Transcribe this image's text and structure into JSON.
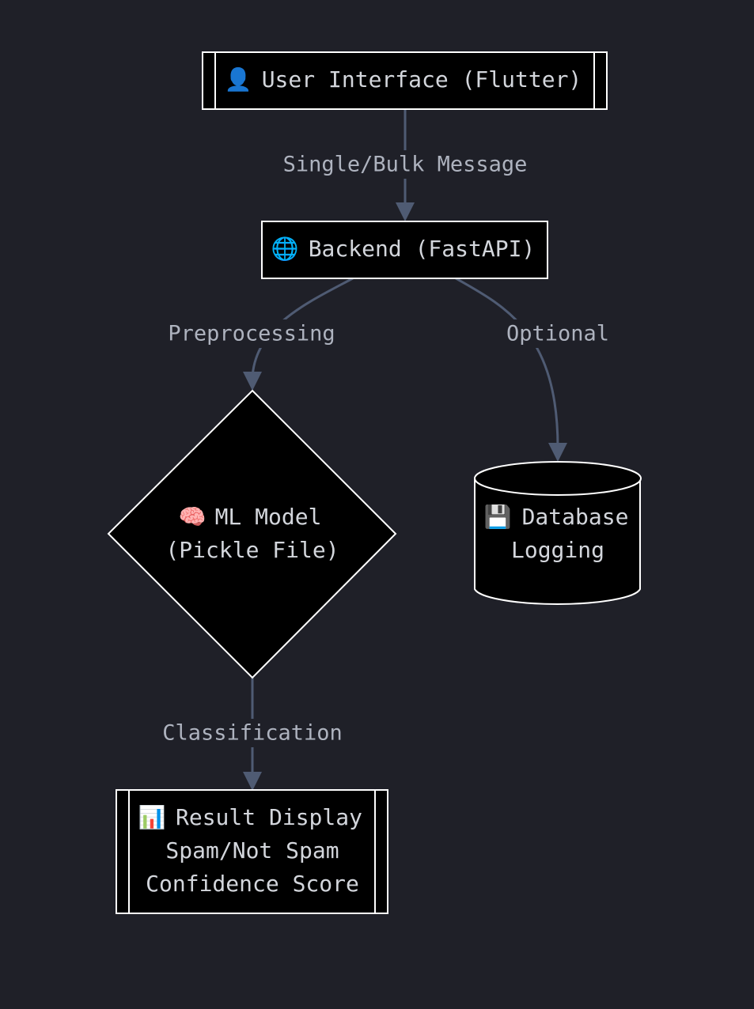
{
  "nodes": {
    "ui": {
      "icon": "👤",
      "icon_name": "user-icon",
      "label": "User Interface (Flutter)"
    },
    "backend": {
      "icon": "🌐",
      "icon_name": "globe-icon",
      "label": "Backend (FastAPI)"
    },
    "model": {
      "icon": "🧠",
      "icon_name": "brain-icon",
      "label_line1": "ML Model",
      "label_line2": "(Pickle File)"
    },
    "database": {
      "icon": "💾",
      "icon_name": "floppy-disk-icon",
      "label_line1": "Database",
      "label_line2": "Logging"
    },
    "result": {
      "icon": "📊",
      "icon_name": "bar-chart-icon",
      "label_line1": "Result Display",
      "label_line2": "Spam/Not Spam",
      "label_line3": "Confidence Score"
    }
  },
  "edges": {
    "ui_to_backend": "Single/Bulk Message",
    "backend_to_model": "Preprocessing",
    "backend_to_database": "Optional",
    "model_to_result": "Classification"
  },
  "colors": {
    "background": "#1f2028",
    "node_fill": "#000000",
    "node_stroke": "#ffffff",
    "edge": "#4f5b73",
    "text": "#d3d6dc"
  }
}
